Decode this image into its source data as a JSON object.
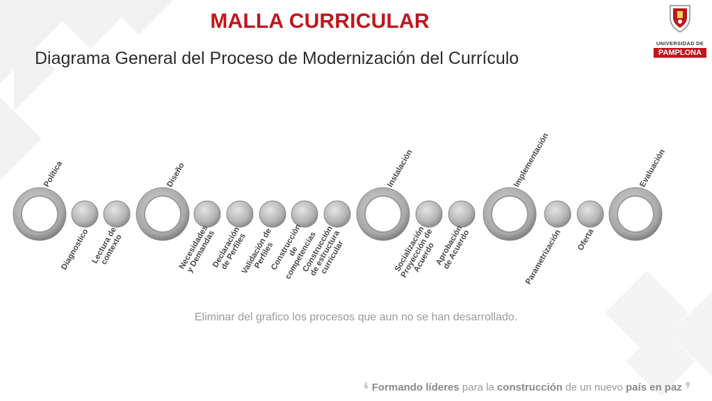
{
  "title": "MALLA CURRICULAR",
  "subtitle": "Diagrama General del Proceso de Modernización del Currículo",
  "logo": {
    "line1": "UNIVERSIDAD DE",
    "line2": "PAMPLONA"
  },
  "stages": [
    {
      "label": "Política",
      "kind": "ring"
    },
    {
      "label": "Diagnostico",
      "kind": "dot"
    },
    {
      "label": "Lectura de|contexto",
      "kind": "dot"
    },
    {
      "label": "Diseño",
      "kind": "ring"
    },
    {
      "label": "Necesidades|y Demandas",
      "kind": "dot"
    },
    {
      "label": "Declaración|de Perfiles",
      "kind": "dot"
    },
    {
      "label": "Validación de|Perfiles",
      "kind": "dot"
    },
    {
      "label": "Construcción|de|competencias",
      "kind": "dot"
    },
    {
      "label": "Construcción|de estructura|curricular",
      "kind": "dot"
    },
    {
      "label": "Instalación",
      "kind": "ring"
    },
    {
      "label": "Socialización|Proyección de|Acuerdo",
      "kind": "dot"
    },
    {
      "label": "Aprobación|de Acuerdo",
      "kind": "dot"
    },
    {
      "label": "Implementación",
      "kind": "ring"
    },
    {
      "label": "Parametrización",
      "kind": "dot"
    },
    {
      "label": "Oferta",
      "kind": "dot"
    },
    {
      "label": "Evaluación",
      "kind": "ring"
    }
  ],
  "note": "Eliminar del grafico los procesos que aun no se han desarrollado.",
  "slogan": {
    "p1": "Formando ",
    "p2": "líderes",
    "p3": " para la ",
    "p4": "construcción",
    "p5": " de un nuevo ",
    "p6": "país en paz"
  },
  "colors": {
    "title": "#c0151d",
    "ring": "#b8b8b8",
    "dot": "#bdbdbd",
    "label": "#4a4a4a"
  }
}
